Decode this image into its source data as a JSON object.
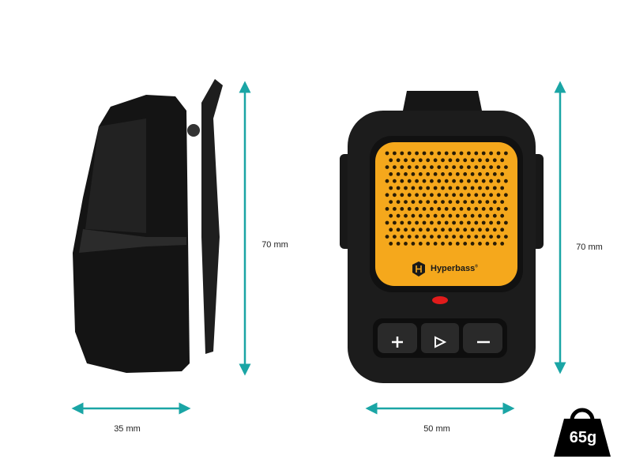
{
  "brand": {
    "name": "Hyperbass",
    "trademark": "®"
  },
  "dimensions": {
    "side_height": "70 mm",
    "side_depth": "35 mm",
    "front_height": "70 mm",
    "front_width": "50 mm"
  },
  "weight": "65g",
  "buttons": [
    {
      "name": "volume-up",
      "symbol": "+"
    },
    {
      "name": "play",
      "symbol": "▷"
    },
    {
      "name": "volume-down",
      "symbol": "−"
    }
  ],
  "colors": {
    "arrow": "#1aa5a5",
    "grille": "#f5a81c",
    "body": "#1c1c1c",
    "led": "#e11b1b"
  }
}
